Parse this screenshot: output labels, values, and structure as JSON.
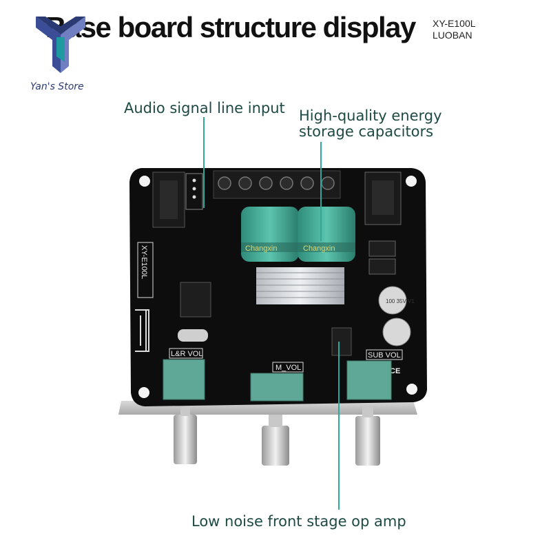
{
  "header": {
    "title": "Base board structure display",
    "model_line1": "XY-E100L",
    "model_line2": "LUOBAN"
  },
  "brand": {
    "store_name": "Yan's Store",
    "logo_color": "#3a4f9a"
  },
  "annotations": {
    "audio_input": "Audio signal line input",
    "capacitors_line1": "High-quality energy",
    "capacitors_line2": "storage capacitors",
    "op_amp": "Low noise front stage op amp",
    "line_color": "#2fa89a"
  },
  "board": {
    "silkscreen_model": "XY-E100L",
    "knob_lr": "L&R VOL",
    "knob_m": "M_VOL",
    "knob_sub": "SUB VOL",
    "cap_brand": "Changxin",
    "small_cap_1": "100 35V V1",
    "ce_mark": "CE"
  }
}
